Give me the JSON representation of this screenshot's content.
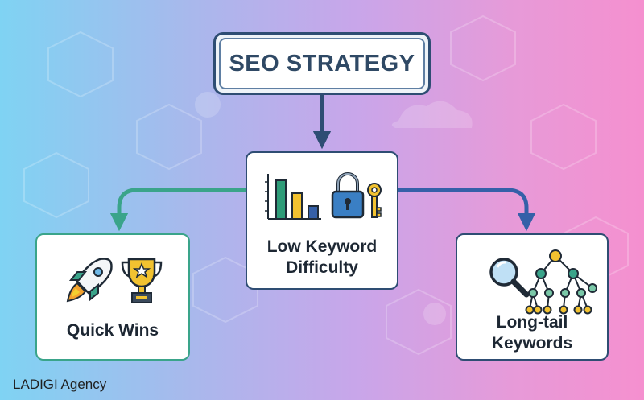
{
  "diagram": {
    "title": "SEO STRATEGY",
    "center": {
      "label_line1": "Low Keyword",
      "label_line2": "Difficulty"
    },
    "left": {
      "label": "Quick Wins"
    },
    "right": {
      "label_line1": "Long-tail",
      "label_line2": "Keywords"
    }
  },
  "footer": {
    "brand": "LADIGI Agency"
  },
  "colors": {
    "navy": "#2e4d73",
    "teal": "#3aa48a",
    "blue_arrow": "#3560a8",
    "gold": "#f2c230"
  },
  "icons": [
    "bar-chart-icon",
    "padlock-icon",
    "key-icon",
    "rocket-icon",
    "trophy-icon",
    "magnifier-icon",
    "tree-network-icon"
  ]
}
